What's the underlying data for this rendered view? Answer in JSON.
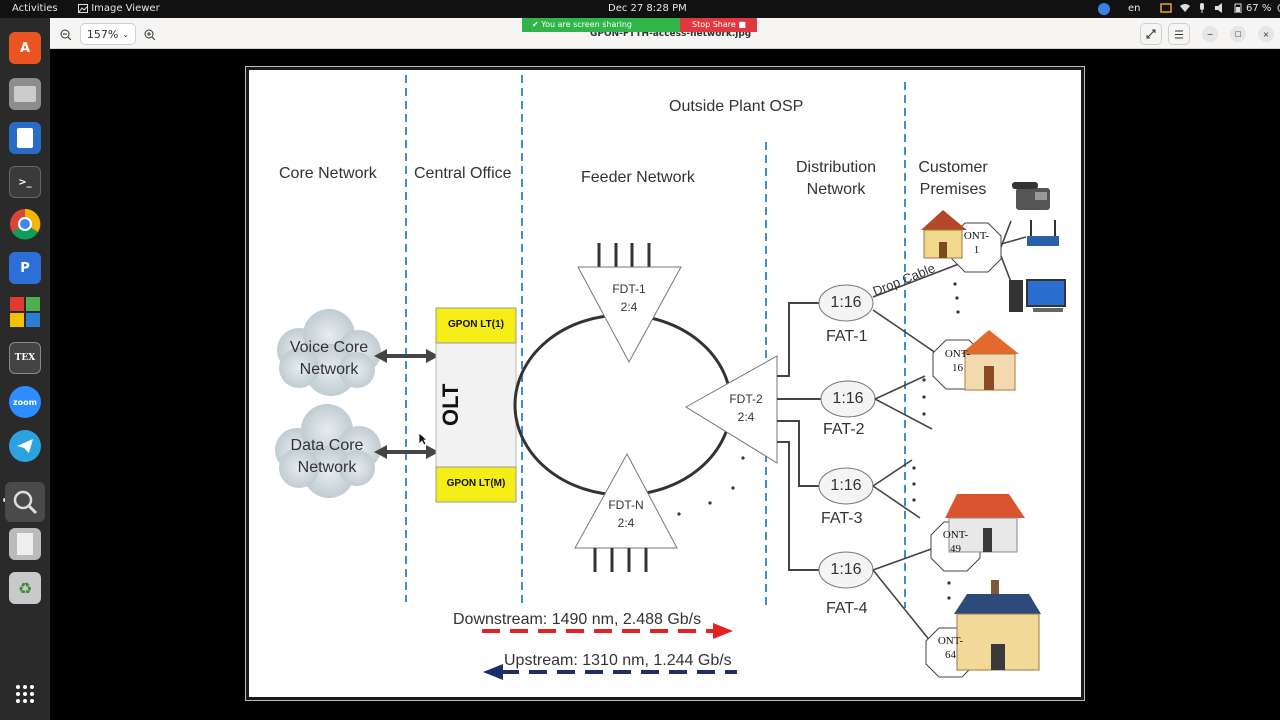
{
  "topbar": {
    "activities": "Activities",
    "app_name": "Image Viewer",
    "datetime": "Dec 27  8:28 PM",
    "lang": "en",
    "battery": "67 %"
  },
  "share": {
    "status": "You are screen sharing",
    "stop": "Stop Share"
  },
  "viewer": {
    "zoom": "157%",
    "filename": "GPON-FTTH-access-network.jpg"
  },
  "dock": {
    "apps": [
      "software-center",
      "files",
      "text-editor",
      "terminal",
      "chrome",
      "pycharm",
      "office",
      "texmaker",
      "zoom",
      "telegram",
      "image-viewer",
      "document",
      "trash",
      "app-grid"
    ]
  },
  "diagram": {
    "core_network": "Core Network",
    "central_office": "Central Office",
    "outside_plant": "Outside Plant OSP",
    "feeder_network": "Feeder Network",
    "distribution_network_1": "Distribution",
    "distribution_network_2": "Network",
    "customer_premises_1": "Customer",
    "customer_premises_2": "Premises",
    "voice_core_1": "Voice Core",
    "voice_core_2": "Network",
    "data_core_1": "Data Core",
    "data_core_2": "Network",
    "gpon_lt1": "GPON LT(1)",
    "gpon_ltm": "GPON LT(M)",
    "olt": "OLT",
    "fdt1_a": "FDT-1",
    "fdt1_b": "2:4",
    "fdt2_a": "FDT-2",
    "fdt2_b": "2:4",
    "fdtn_a": "FDT-N",
    "fdtn_b": "2:4",
    "split": "1:16",
    "fat1": "FAT-1",
    "fat2": "FAT-2",
    "fat3": "FAT-3",
    "fat4": "FAT-4",
    "drop_cable": "Drop Cable",
    "ont1_a": "ONT-",
    "ont1_b": "1",
    "ont16_a": "ONT-",
    "ont16_b": "16",
    "ont49_a": "ONT-",
    "ont49_b": "49",
    "ont64_a": "ONT-",
    "ont64_b": "64",
    "downstream": "Downstream: 1490 nm, 2.488 Gb/s",
    "upstream": "Upstream: 1310 nm, 1.244 Gb/s"
  }
}
